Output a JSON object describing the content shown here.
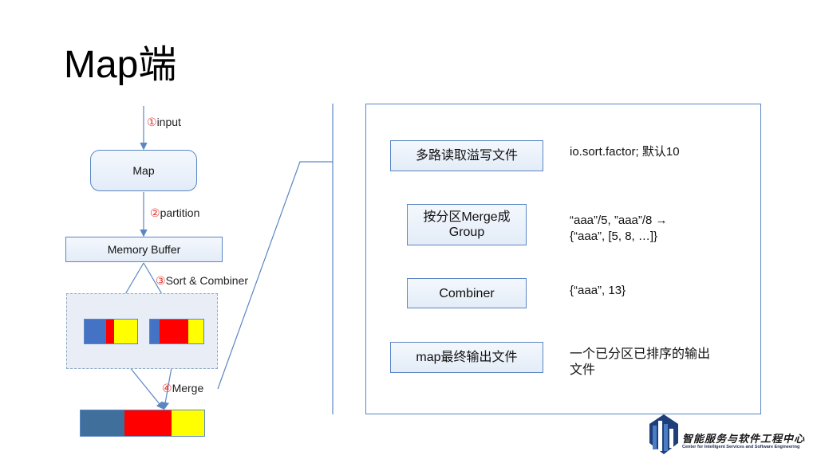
{
  "title": "Map端",
  "left_flow": {
    "step1": {
      "num": "①",
      "text": "input"
    },
    "map_box": "Map",
    "step2": {
      "num": "②",
      "text": "partition"
    },
    "memory_buffer": "Memory Buffer",
    "step3": {
      "num": "③",
      "text": "Sort & Combiner"
    },
    "step4": {
      "num": "④",
      "text": "Merge"
    }
  },
  "right_panel": {
    "steps": [
      {
        "label": "多路读取溢写文件",
        "note": "io.sort.factor; 默认10"
      },
      {
        "label_line1": "按分区Merge成",
        "label_line2": "Group",
        "note_line1": "“aaa”/5, ”aaa”/8 →",
        "note_line2": "{“aaa”, [5, 8,  …]}"
      },
      {
        "label": "Combiner",
        "note": "{“aaa”, 13}"
      },
      {
        "label": "map最终输出文件",
        "note_line1": "一个已分区已排序的输出",
        "note_line2": "文件"
      }
    ]
  },
  "logo": {
    "name_cn": "智能服务与软件工程中心",
    "name_en": "Center for Intelligent Services and Software Engineering"
  },
  "colors": {
    "blue_segment": "#4472c4",
    "red_segment": "#ff0000",
    "yellow_segment": "#ffff00",
    "merged_blue": "#416f9c",
    "box_border": "#5b86c4",
    "step_number": "#e0302a"
  }
}
